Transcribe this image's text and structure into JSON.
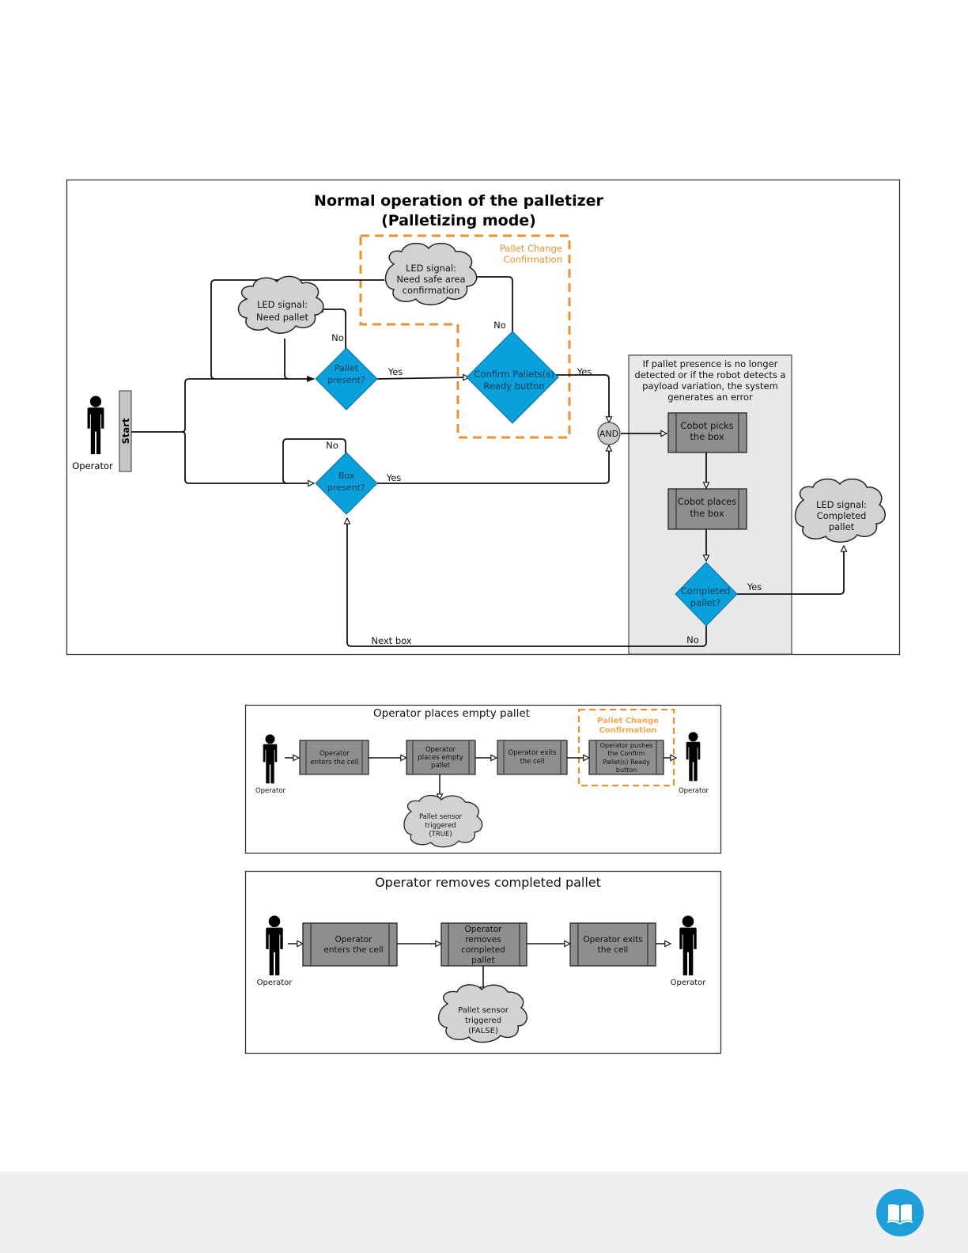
{
  "colors": {
    "decision": "#0aa0dc",
    "process": "#8d8e90",
    "cloud": "#d1d2d4",
    "orange": "#e8912d",
    "zone": "#e7e8ea",
    "footer": "#eeeff0",
    "book": "#1e9fd9"
  },
  "main": {
    "title_line1": "Normal operation of the palletizer",
    "title_line2": "(Palletizing mode)",
    "pallet_change_label_line1": "Pallet Change",
    "pallet_change_label_line2": "Confirmation",
    "operator_label": "Operator",
    "start_label": "Start",
    "cloud_need_pallet": [
      "LED signal:",
      "Need pallet"
    ],
    "cloud_safe_area": [
      "LED signal:",
      "Need safe area",
      "confirmation"
    ],
    "cloud_completed": [
      "LED signal:",
      "Completed",
      "pallet"
    ],
    "decision_pallet": [
      "Pallet",
      "present?"
    ],
    "decision_box": [
      "Box",
      "present?"
    ],
    "decision_confirm": [
      "Confirm Pallets(s)",
      "Ready button"
    ],
    "decision_completed": [
      "Completed",
      "pallet?"
    ],
    "and_label": "AND",
    "zone_note": [
      "If pallet presence is no longer",
      "detected or if the robot detects a",
      "payload variation, the system",
      "generates an error"
    ],
    "process_pick": [
      "Cobot picks",
      "the box"
    ],
    "process_place": [
      "Cobot places",
      "the box"
    ],
    "edge_no_pallet": "No",
    "edge_yes_pallet": "Yes",
    "edge_no_confirm": "No",
    "edge_yes_confirm": "Yes",
    "edge_no_box": "No",
    "edge_yes_box": "Yes",
    "edge_yes_completed": "Yes",
    "edge_no_completed": "No",
    "edge_next_box": "Next box"
  },
  "empty_pallet": {
    "title": "Operator places empty pallet",
    "operator_left": "Operator",
    "operator_right": "Operator",
    "pallet_change_line1": "Pallet Change",
    "pallet_change_line2": "Confirmation",
    "steps": [
      [
        "Operator",
        "enters the cell"
      ],
      [
        "Operator",
        "places empty",
        "pallet"
      ],
      [
        "Operator exits",
        "the cell"
      ],
      [
        "Operator pushes",
        "the Confirm",
        "Pallet(s) Ready",
        "button"
      ]
    ],
    "sensor": [
      "Pallet sensor",
      "triggered",
      "(TRUE)"
    ]
  },
  "completed_pallet": {
    "title": "Operator removes completed pallet",
    "operator_left": "Operator",
    "operator_right": "Operator",
    "steps": [
      [
        "Operator",
        "enters the cell"
      ],
      [
        "Operator",
        "removes",
        "completed",
        "pallet"
      ],
      [
        "Operator exits",
        "the cell"
      ]
    ],
    "sensor": [
      "Pallet sensor",
      "triggered",
      "(FALSE)"
    ]
  },
  "footer": {
    "book_icon": "open-book-icon"
  }
}
